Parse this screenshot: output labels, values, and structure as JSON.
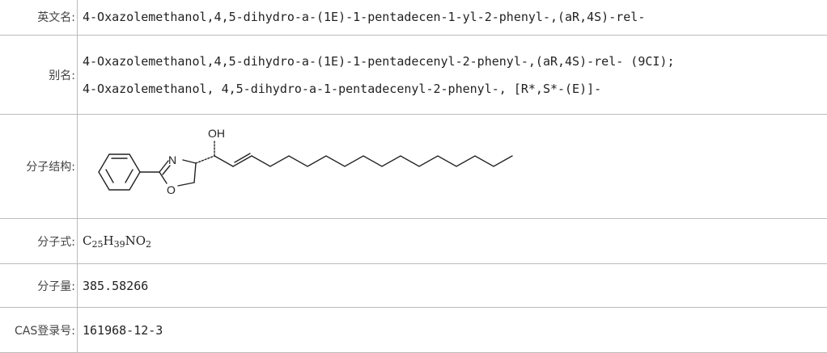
{
  "labels": {
    "english_name": "英文名:",
    "alias": "别名:",
    "structure": "分子结构:",
    "formula": "分子式:",
    "weight": "分子量:",
    "cas": "CAS登录号:"
  },
  "values": {
    "english_name": "4-Oxazolemethanol,4,5-dihydro-a-(1E)-1-pentadecen-1-yl-2-phenyl-,(aR,4S)-rel-",
    "aliases": [
      "4-Oxazolemethanol,4,5-dihydro-a-(1E)-1-pentadecenyl-2-phenyl-,(aR,4S)-rel- (9CI);",
      "4-Oxazolemethanol, 4,5-dihydro-a-1-pentadecenyl-2-phenyl-, [R*,S*-(E)]-"
    ],
    "formula": {
      "c": "C",
      "c_count": "25",
      "h": "H",
      "h_count": "39",
      "n": "N",
      "o": "O",
      "o_count": "2"
    },
    "weight": "385.58266",
    "cas": "161968-12-3"
  },
  "structure_atoms": {
    "oh": "OH",
    "n": "N",
    "o": "O"
  }
}
